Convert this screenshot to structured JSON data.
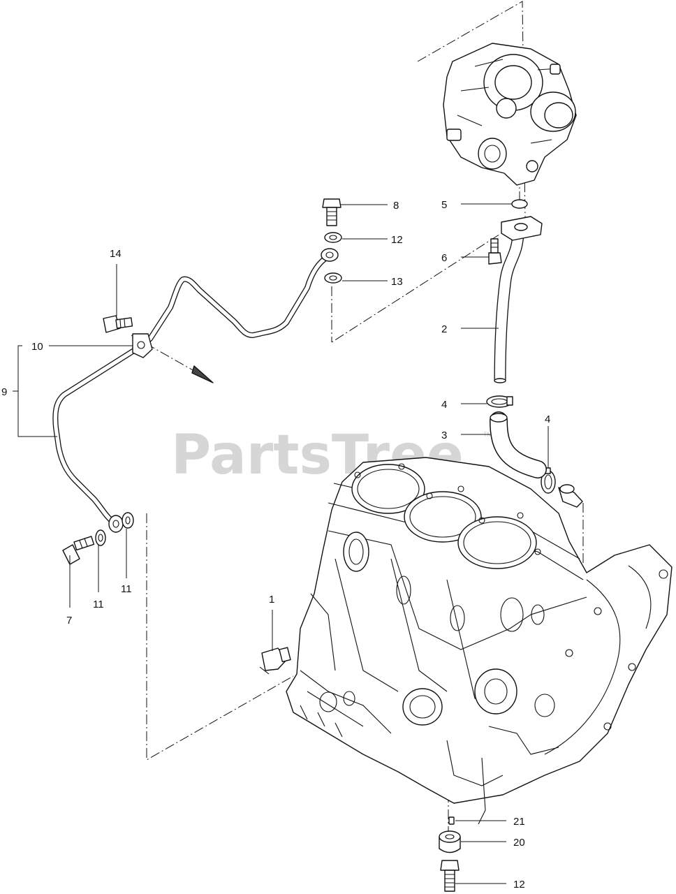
{
  "watermark": {
    "brand": "PartsTree",
    "trademark": "TM"
  },
  "callouts": [
    {
      "id": "c1",
      "label": "1"
    },
    {
      "id": "c2",
      "label": "2"
    },
    {
      "id": "c3",
      "label": "3"
    },
    {
      "id": "c4a",
      "label": "4"
    },
    {
      "id": "c4b",
      "label": "4"
    },
    {
      "id": "c5",
      "label": "5"
    },
    {
      "id": "c6",
      "label": "6"
    },
    {
      "id": "c7",
      "label": "7"
    },
    {
      "id": "c8",
      "label": "8"
    },
    {
      "id": "c9",
      "label": "9"
    },
    {
      "id": "c10",
      "label": "10"
    },
    {
      "id": "c11a",
      "label": "11"
    },
    {
      "id": "c11b",
      "label": "11"
    },
    {
      "id": "c12a",
      "label": "12"
    },
    {
      "id": "c12b",
      "label": "12"
    },
    {
      "id": "c13",
      "label": "13"
    },
    {
      "id": "c14",
      "label": "14"
    },
    {
      "id": "c20",
      "label": "20"
    },
    {
      "id": "c21",
      "label": "21"
    }
  ]
}
